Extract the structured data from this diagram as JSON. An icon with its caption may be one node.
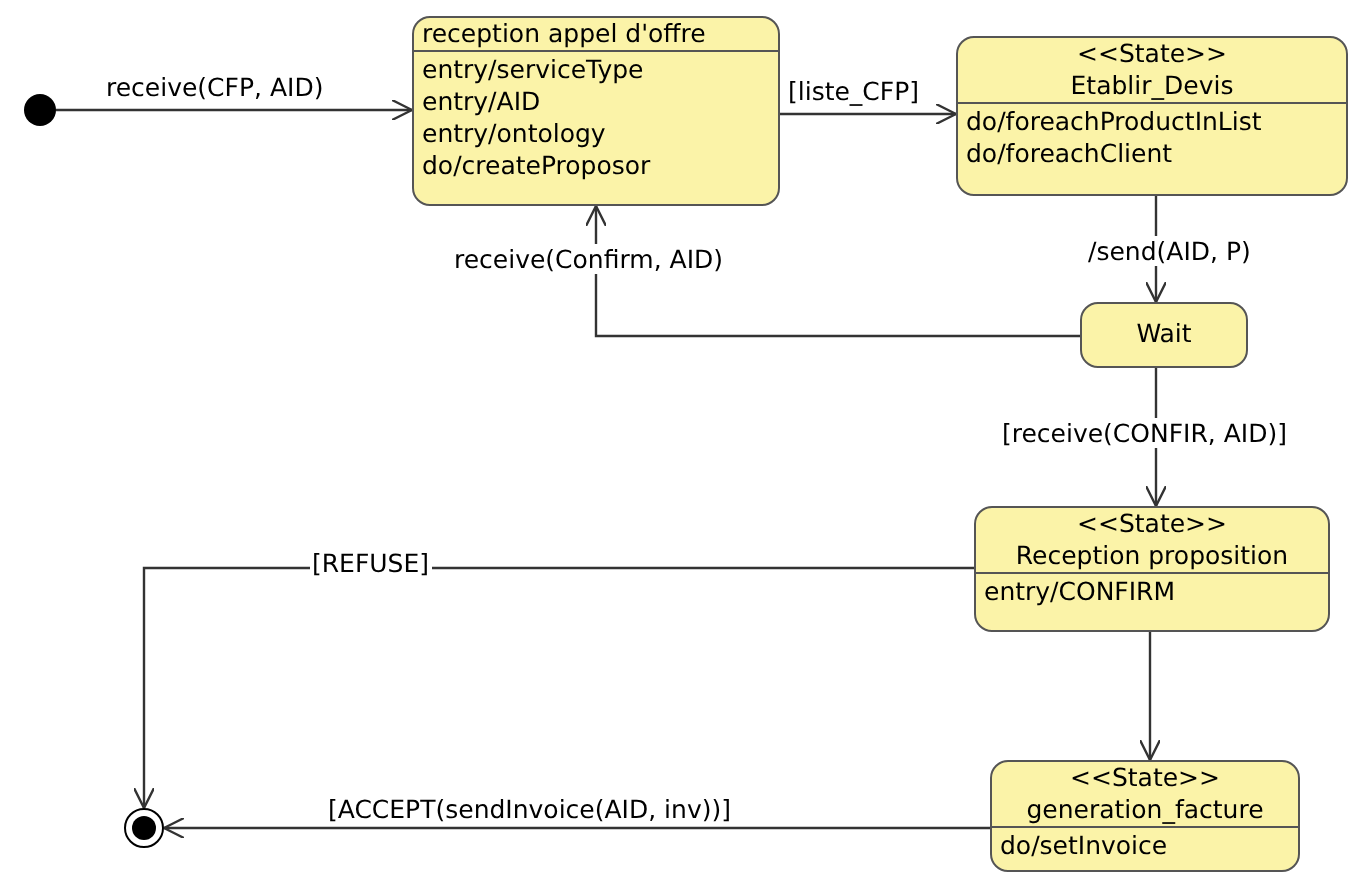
{
  "diagram": {
    "nodes": [
      {
        "text": [],
        "shape": "circle"
      },
      {
        "text": [
          "reception appel d'offre",
          "entry/serviceType",
          "entry/AID",
          "entry/ontology",
          "do/createProposor"
        ]
      },
      {
        "text": [
          "<<State>>",
          "Etablir_Devis",
          "do/foreachProductInList",
          "do/foreachClient"
        ]
      },
      {
        "text": [
          "Wait"
        ]
      },
      {
        "text": [
          "<<State>>",
          "Reception proposition",
          "entry/CONFIRM"
        ]
      },
      {
        "text": [
          "<<State>>",
          "generation_facture",
          "do/setInvoice"
        ]
      },
      {
        "text": [],
        "shape": "circle"
      }
    ],
    "edges": [
      {
        "from": 0,
        "to": 1,
        "arrow": "to",
        "label": "receive(CFP, AID)"
      },
      {
        "from": 1,
        "to": 2,
        "arrow": "to",
        "label": "[liste_CFP]"
      },
      {
        "from": 2,
        "to": 3,
        "arrow": "to",
        "label": "/send(AID, P)"
      },
      {
        "from": 3,
        "to": 1,
        "arrow": "to",
        "label": "receive(Confirm, AID)"
      },
      {
        "from": 3,
        "to": 4,
        "arrow": "to",
        "label": "[receive(CONFIR, AID)]"
      },
      {
        "from": 4,
        "to": 6,
        "arrow": "to",
        "label": "[REFUSE]"
      },
      {
        "from": 4,
        "to": 5,
        "arrow": "to"
      },
      {
        "from": 5,
        "to": 6,
        "arrow": "to",
        "label": "[ACCEPT(sendInvoice(AID, inv))]"
      }
    ]
  }
}
